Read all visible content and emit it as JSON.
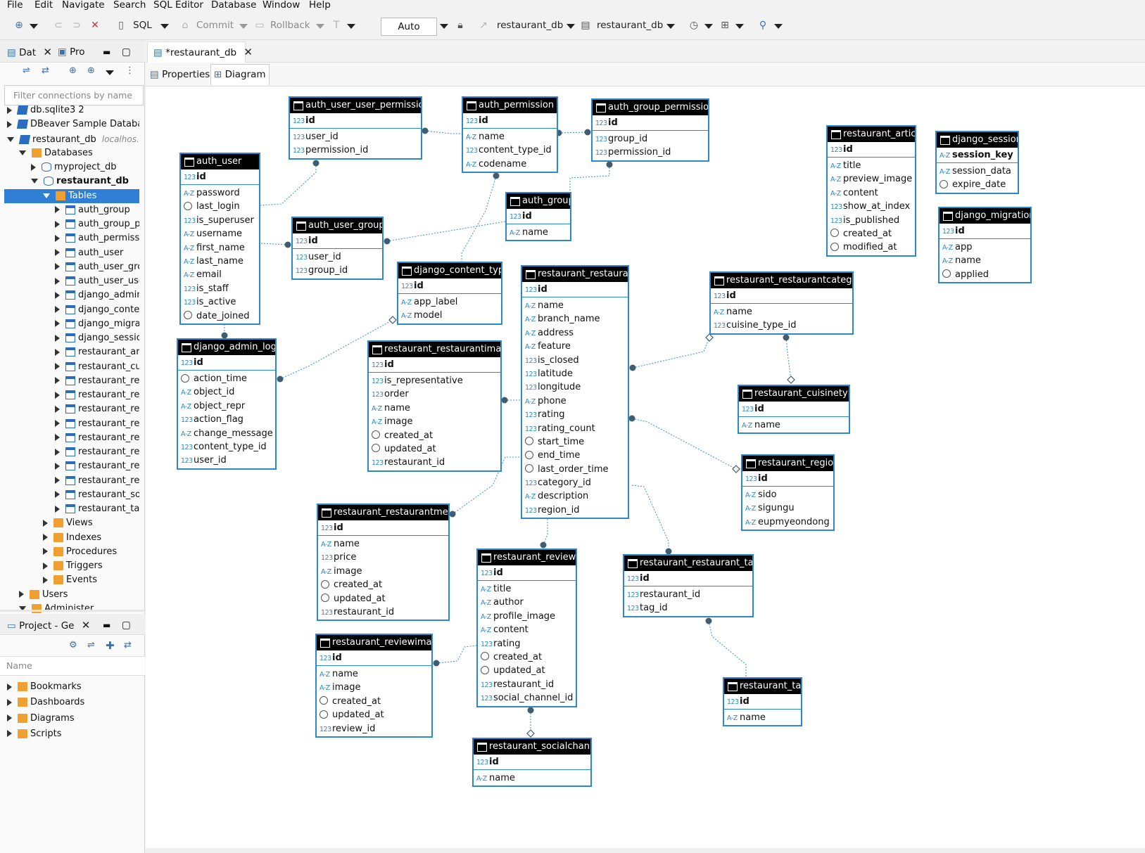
{
  "menu": [
    "File",
    "Edit",
    "Navigate",
    "Search",
    "SQL Editor",
    "Database",
    "Window",
    "Help"
  ],
  "toolbar": {
    "sql": "SQL",
    "commit": "Commit",
    "rollback": "Rollback",
    "auto": "Auto",
    "conn1": "restaurant_db",
    "conn2": "restaurant_db"
  },
  "left_panel": {
    "tab_dat": "Dat",
    "tab_pro": "Pro",
    "filter_placeholder": "Filter connections by name",
    "tree": [
      {
        "label": "db.sqlite3 2",
        "indent": 0,
        "arrow": "r",
        "icon": "conn"
      },
      {
        "label": "DBeaver Sample Database",
        "indent": 0,
        "arrow": "r",
        "icon": "conn"
      },
      {
        "label": "restaurant_db",
        "suffix": "localhos...",
        "indent": 0,
        "arrow": "d",
        "icon": "conn"
      },
      {
        "label": "Databases",
        "indent": 1,
        "arrow": "d",
        "icon": "folder"
      },
      {
        "label": "myproject_db",
        "indent": 2,
        "arrow": "r",
        "icon": "db"
      },
      {
        "label": "restaurant_db",
        "indent": 2,
        "arrow": "d",
        "icon": "db",
        "bold": true
      },
      {
        "label": "Tables",
        "indent": 3,
        "arrow": "d",
        "icon": "folder",
        "selected": true
      },
      {
        "label": "auth_group",
        "indent": 4,
        "arrow": "r",
        "icon": "table"
      },
      {
        "label": "auth_group_pe",
        "indent": 4,
        "arrow": "r",
        "icon": "table"
      },
      {
        "label": "auth_permissio",
        "indent": 4,
        "arrow": "r",
        "icon": "table"
      },
      {
        "label": "auth_user",
        "indent": 4,
        "arrow": "r",
        "icon": "table"
      },
      {
        "label": "auth_user_grou",
        "indent": 4,
        "arrow": "r",
        "icon": "table"
      },
      {
        "label": "auth_user_user",
        "indent": 4,
        "arrow": "r",
        "icon": "table"
      },
      {
        "label": "django_admin_",
        "indent": 4,
        "arrow": "r",
        "icon": "table"
      },
      {
        "label": "django_conten",
        "indent": 4,
        "arrow": "r",
        "icon": "table"
      },
      {
        "label": "django_migrati",
        "indent": 4,
        "arrow": "r",
        "icon": "table"
      },
      {
        "label": "django_session",
        "indent": 4,
        "arrow": "r",
        "icon": "table"
      },
      {
        "label": "restaurant_arti",
        "indent": 4,
        "arrow": "r",
        "icon": "table"
      },
      {
        "label": "restaurant_cuis",
        "indent": 4,
        "arrow": "r",
        "icon": "table"
      },
      {
        "label": "restaurant_reg",
        "indent": 4,
        "arrow": "r",
        "icon": "table"
      },
      {
        "label": "restaurant_rest",
        "indent": 4,
        "arrow": "r",
        "icon": "table"
      },
      {
        "label": "restaurant_rest",
        "indent": 4,
        "arrow": "r",
        "icon": "table"
      },
      {
        "label": "restaurant_rest",
        "indent": 4,
        "arrow": "r",
        "icon": "table"
      },
      {
        "label": "restaurant_rest",
        "indent": 4,
        "arrow": "r",
        "icon": "table"
      },
      {
        "label": "restaurant_rest",
        "indent": 4,
        "arrow": "r",
        "icon": "table"
      },
      {
        "label": "restaurant_revi",
        "indent": 4,
        "arrow": "r",
        "icon": "table"
      },
      {
        "label": "restaurant_revi",
        "indent": 4,
        "arrow": "r",
        "icon": "table"
      },
      {
        "label": "restaurant_soc",
        "indent": 4,
        "arrow": "r",
        "icon": "table"
      },
      {
        "label": "restaurant_tag",
        "indent": 4,
        "arrow": "r",
        "icon": "table"
      },
      {
        "label": "Views",
        "indent": 3,
        "arrow": "r",
        "icon": "folder"
      },
      {
        "label": "Indexes",
        "indent": 3,
        "arrow": "r",
        "icon": "folder"
      },
      {
        "label": "Procedures",
        "indent": 3,
        "arrow": "r",
        "icon": "folder"
      },
      {
        "label": "Triggers",
        "indent": 3,
        "arrow": "r",
        "icon": "folder"
      },
      {
        "label": "Events",
        "indent": 3,
        "arrow": "r",
        "icon": "folder"
      },
      {
        "label": "Users",
        "indent": 1,
        "arrow": "r",
        "icon": "folder"
      },
      {
        "label": "Administer",
        "indent": 1,
        "arrow": "d",
        "icon": "folder"
      }
    ],
    "project_tab": "Project - Ge",
    "project_name_placeholder": "Name",
    "project_items": [
      "Bookmarks",
      "Dashboards",
      "Diagrams",
      "Scripts"
    ]
  },
  "editor": {
    "tab_title": "*restaurant_db",
    "subtab_properties": "Properties",
    "subtab_diagram": "Diagram"
  },
  "entities": [
    {
      "name": "auth_user_user_permissions",
      "pk": "id",
      "cols": [
        [
          "123",
          "user_id"
        ],
        [
          "123",
          "permission_id"
        ]
      ]
    },
    {
      "name": "auth_permission",
      "pk": "id",
      "cols": [
        [
          "AZ",
          "name"
        ],
        [
          "123",
          "content_type_id"
        ],
        [
          "AZ",
          "codename"
        ]
      ]
    },
    {
      "name": "auth_group_permissions",
      "pk": "id",
      "cols": [
        [
          "123",
          "group_id"
        ],
        [
          "123",
          "permission_id"
        ]
      ]
    },
    {
      "name": "auth_user",
      "pk": "id",
      "cols": [
        [
          "AZ",
          "password"
        ],
        [
          "clock",
          "last_login"
        ],
        [
          "123",
          "is_superuser"
        ],
        [
          "AZ",
          "username"
        ],
        [
          "AZ",
          "first_name"
        ],
        [
          "AZ",
          "last_name"
        ],
        [
          "AZ",
          "email"
        ],
        [
          "123",
          "is_staff"
        ],
        [
          "123",
          "is_active"
        ],
        [
          "clock",
          "date_joined"
        ]
      ]
    },
    {
      "name": "auth_user_groups",
      "pk": "id",
      "cols": [
        [
          "123",
          "user_id"
        ],
        [
          "123",
          "group_id"
        ]
      ]
    },
    {
      "name": "auth_group",
      "pk": "id",
      "cols": [
        [
          "AZ",
          "name"
        ]
      ]
    },
    {
      "name": "django_content_type",
      "pk": "id",
      "cols": [
        [
          "AZ",
          "app_label"
        ],
        [
          "AZ",
          "model"
        ]
      ]
    },
    {
      "name": "restaurant_restaurant",
      "pk": "id",
      "cols": [
        [
          "AZ",
          "name"
        ],
        [
          "AZ",
          "branch_name"
        ],
        [
          "AZ",
          "address"
        ],
        [
          "AZ",
          "feature"
        ],
        [
          "123",
          "is_closed"
        ],
        [
          "123",
          "latitude"
        ],
        [
          "123",
          "longitude"
        ],
        [
          "AZ",
          "phone"
        ],
        [
          "123",
          "rating"
        ],
        [
          "123",
          "rating_count"
        ],
        [
          "clock",
          "start_time"
        ],
        [
          "clock",
          "end_time"
        ],
        [
          "clock",
          "last_order_time"
        ],
        [
          "123",
          "category_id"
        ],
        [
          "AZ",
          "description"
        ],
        [
          "123",
          "region_id"
        ]
      ]
    },
    {
      "name": "restaurant_article",
      "pk": "id",
      "cols": [
        [
          "AZ",
          "title"
        ],
        [
          "AZ",
          "preview_image"
        ],
        [
          "AZ",
          "content"
        ],
        [
          "123",
          "show_at_index"
        ],
        [
          "123",
          "is_published"
        ],
        [
          "clock",
          "created_at"
        ],
        [
          "clock",
          "modified_at"
        ]
      ]
    },
    {
      "name": "django_session",
      "pk": "session_key",
      "pktype": "AZ",
      "cols": [
        [
          "AZ",
          "session_data"
        ],
        [
          "clock",
          "expire_date"
        ]
      ]
    },
    {
      "name": "django_migrations",
      "pk": "id",
      "cols": [
        [
          "AZ",
          "app"
        ],
        [
          "AZ",
          "name"
        ],
        [
          "clock",
          "applied"
        ]
      ]
    },
    {
      "name": "django_admin_log",
      "pk": "id",
      "cols": [
        [
          "clock",
          "action_time"
        ],
        [
          "AZ",
          "object_id"
        ],
        [
          "AZ",
          "object_repr"
        ],
        [
          "123",
          "action_flag"
        ],
        [
          "AZ",
          "change_message"
        ],
        [
          "123",
          "content_type_id"
        ],
        [
          "123",
          "user_id"
        ]
      ]
    },
    {
      "name": "restaurant_restaurantimage",
      "pk": "id",
      "cols": [
        [
          "123",
          "is_representative"
        ],
        [
          "123",
          "order"
        ],
        [
          "AZ",
          "name"
        ],
        [
          "AZ",
          "image"
        ],
        [
          "clock",
          "created_at"
        ],
        [
          "clock",
          "updated_at"
        ],
        [
          "123",
          "restaurant_id"
        ]
      ]
    },
    {
      "name": "restaurant_restaurantcategory",
      "pk": "id",
      "cols": [
        [
          "AZ",
          "name"
        ],
        [
          "123",
          "cuisine_type_id"
        ]
      ]
    },
    {
      "name": "restaurant_cuisinetype",
      "pk": "id",
      "cols": [
        [
          "AZ",
          "name"
        ]
      ]
    },
    {
      "name": "restaurant_region",
      "pk": "id",
      "cols": [
        [
          "AZ",
          "sido"
        ],
        [
          "AZ",
          "sigungu"
        ],
        [
          "AZ",
          "eupmyeondong"
        ]
      ]
    },
    {
      "name": "restaurant_restaurantmenu",
      "pk": "id",
      "cols": [
        [
          "AZ",
          "name"
        ],
        [
          "123",
          "price"
        ],
        [
          "AZ",
          "image"
        ],
        [
          "clock",
          "created_at"
        ],
        [
          "clock",
          "updated_at"
        ],
        [
          "123",
          "restaurant_id"
        ]
      ]
    },
    {
      "name": "restaurant_review",
      "pk": "id",
      "cols": [
        [
          "AZ",
          "title"
        ],
        [
          "AZ",
          "author"
        ],
        [
          "AZ",
          "profile_image"
        ],
        [
          "AZ",
          "content"
        ],
        [
          "123",
          "rating"
        ],
        [
          "clock",
          "created_at"
        ],
        [
          "clock",
          "updated_at"
        ],
        [
          "123",
          "restaurant_id"
        ],
        [
          "123",
          "social_channel_id"
        ]
      ]
    },
    {
      "name": "restaurant_restaurant_tags",
      "pk": "id",
      "cols": [
        [
          "123",
          "restaurant_id"
        ],
        [
          "123",
          "tag_id"
        ]
      ]
    },
    {
      "name": "restaurant_reviewimage",
      "pk": "id",
      "cols": [
        [
          "AZ",
          "name"
        ],
        [
          "AZ",
          "image"
        ],
        [
          "clock",
          "created_at"
        ],
        [
          "clock",
          "updated_at"
        ],
        [
          "123",
          "review_id"
        ]
      ]
    },
    {
      "name": "restaurant_tag",
      "pk": "id",
      "cols": [
        [
          "AZ",
          "name"
        ]
      ]
    },
    {
      "name": "restaurant_socialchannel",
      "pk": "id",
      "cols": [
        [
          "AZ",
          "name"
        ]
      ]
    }
  ]
}
